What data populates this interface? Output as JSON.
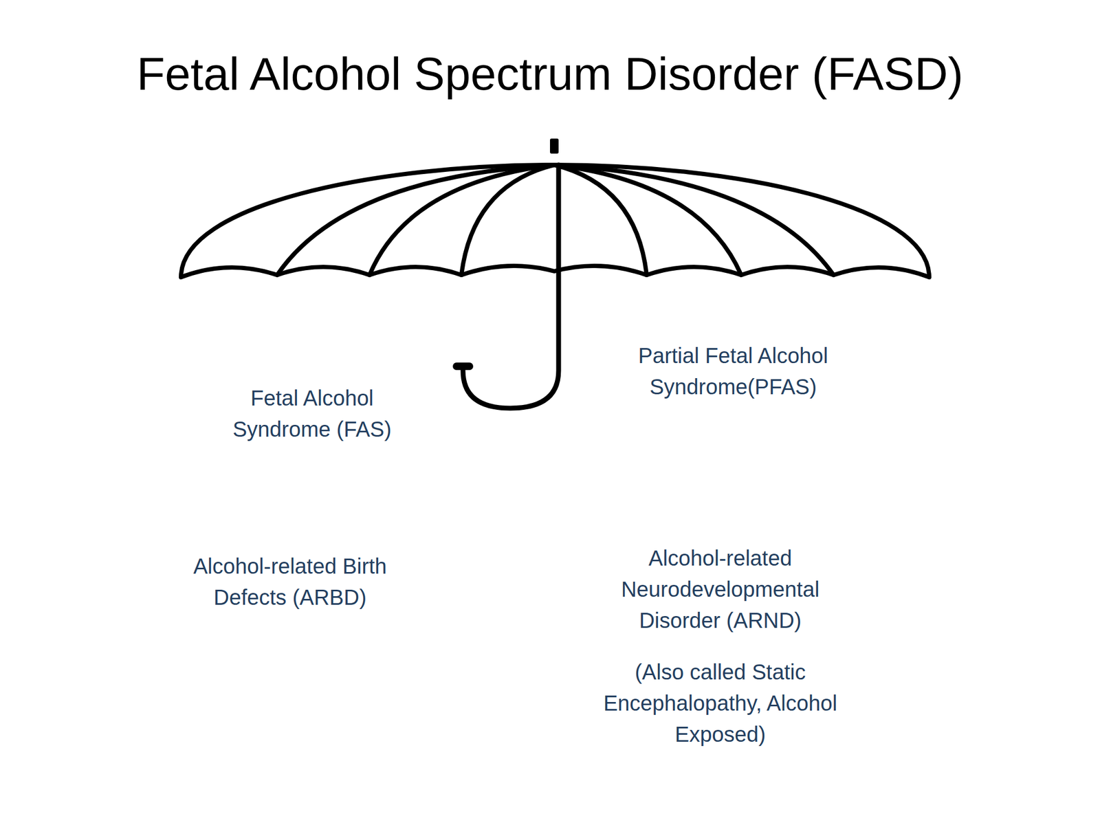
{
  "diagram": {
    "title": "Fetal Alcohol Spectrum Disorder (FASD)",
    "labels": [
      "Partial Fetal Alcohol Syndrome(PFAS)",
      "Fetal Alcohol Syndrome (FAS)",
      "Alcohol-related Birth Defects (ARBD)",
      "Alcohol-related Neurodevelopmental Disorder (ARND)",
      "(Also called Static Encephalopathy, Alcohol Exposed)"
    ]
  }
}
